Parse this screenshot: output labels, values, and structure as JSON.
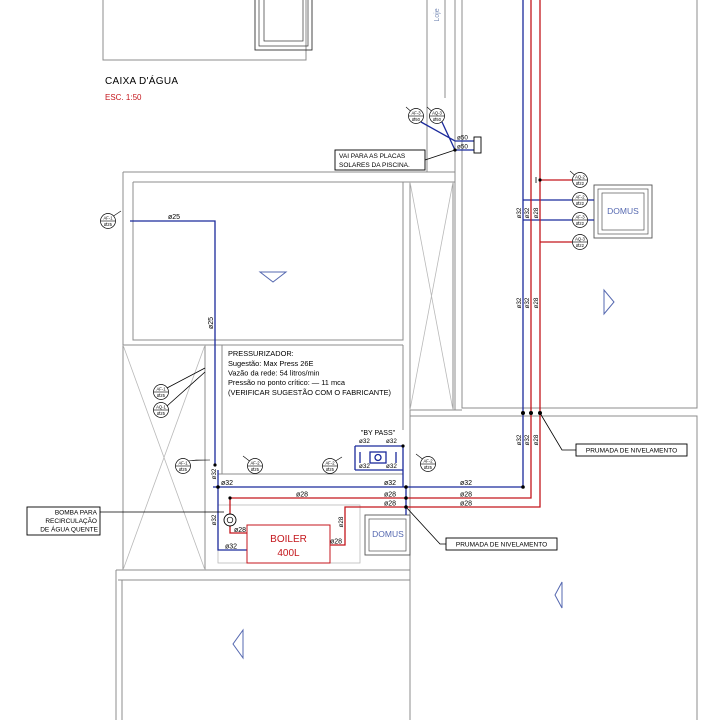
{
  "drawing": {
    "title": "CAIXA D'ÁGUA",
    "scale": "ESC. 1:50",
    "room_label": "Loje"
  },
  "colors": {
    "cold_water": "#1b2a9c",
    "hot_water": "#c4161c",
    "wall": "#8c8c8c",
    "symbol": "#5568b0"
  },
  "notes": {
    "solar_panels": [
      "VAI PARA AS PLACAS",
      "SOLARES DA PISCINA."
    ],
    "pressurizer": [
      "PRESSURIZADOR:",
      "Sugestão: Max Press 26E",
      "Vazão da rede: 54 litros/min",
      "Pressão no ponto crítico: — 11 mca",
      "(VERIFICAR SUGESTÃO COM O FABRICANTE)"
    ],
    "bypass": "\"BY PASS\"",
    "recirculation_pump": [
      "BOMBA PARA",
      "RECIRCULAÇÃO",
      "DE ÁGUA QUENTE"
    ],
    "leveling_riser_upper": "PRUMADA DE NIVELAMENTO",
    "leveling_riser_lower": "PRUMADA DE NIVELAMENTO"
  },
  "equipment": {
    "boiler": {
      "name": "BOILER",
      "capacity": "400L"
    },
    "domus_upper": "DOMUS",
    "domus_lower": "DOMUS"
  },
  "pipe_labels": [
    "ø25",
    "ø25",
    "ø50",
    "ø50",
    "ø32",
    "ø32",
    "ø28",
    "ø32",
    "ø32",
    "ø28",
    "ø32",
    "ø32",
    "ø28",
    "ø32",
    "ø32",
    "ø32",
    "ø32",
    "ø32",
    "ø32",
    "ø32",
    "ø32",
    "ø28",
    "ø28",
    "ø28",
    "ø28",
    "ø28",
    "ø32",
    "ø28",
    "ø32",
    "ø28",
    "ø28"
  ],
  "tags": [
    {
      "id": "AF-1",
      "diameter": "Ø25"
    },
    {
      "id": "AF-3",
      "diameter": "Ø50"
    },
    {
      "id": "AQ-3",
      "diameter": "Ø50"
    },
    {
      "id": "AQ-2",
      "diameter": "Ø22"
    },
    {
      "id": "AF-2",
      "diameter": "Ø22"
    },
    {
      "id": "AF-3",
      "diameter": "Ø22"
    },
    {
      "id": "AQ-3",
      "diameter": "Ø22"
    },
    {
      "id": "AF-1",
      "diameter": "Ø25"
    },
    {
      "id": "AQ-1",
      "diameter": "Ø25"
    },
    {
      "id": "AF-1",
      "diameter": "Ø25"
    },
    {
      "id": "AF-2",
      "diameter": "Ø25"
    },
    {
      "id": "AF-2",
      "diameter": "Ø25"
    },
    {
      "id": "AF-2",
      "diameter": "Ø25"
    }
  ]
}
